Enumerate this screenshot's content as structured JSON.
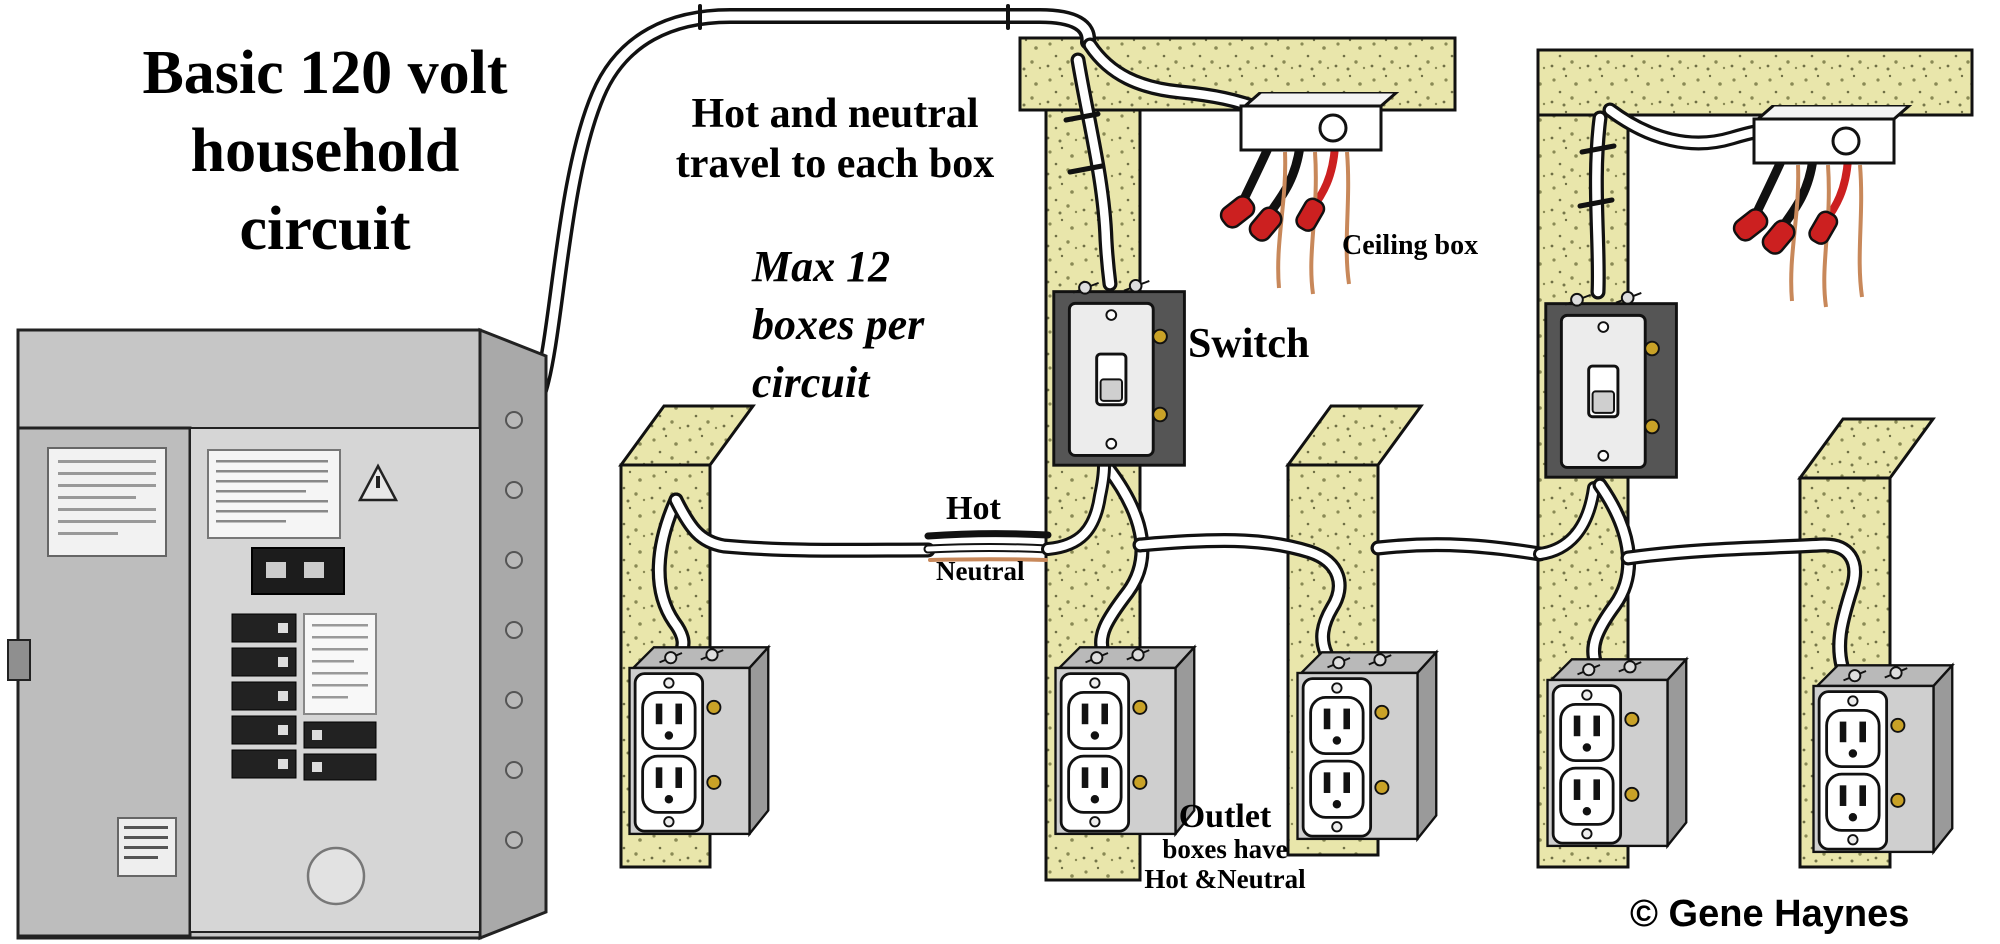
{
  "title": {
    "line1": "Basic 120 volt",
    "line2": "household",
    "line3": "circuit"
  },
  "notes": {
    "travel_line1": "Hot and neutral",
    "travel_line2": "travel to each box",
    "max_line1": "Max 12",
    "max_line2": "boxes per",
    "max_line3": "circuit"
  },
  "labels": {
    "ceiling_box": "Ceiling box",
    "switch": "Switch",
    "hot": "Hot",
    "neutral": "Neutral",
    "outlet_line1": "Outlet",
    "outlet_line2": "boxes have",
    "outlet_line3": "Hot &Neutral",
    "copyright": "© Gene Haynes"
  },
  "colors": {
    "background": "#ffffff",
    "wood": "#e9e6ab",
    "wood_speckle": "#7f7f50",
    "cable_sheath_white": "#ffffff",
    "cable_outline_black": "#111111",
    "wire_nut_red": "#cc2020",
    "copper_wire": "#c8885a",
    "panel_gray": "#c6c6c6",
    "device_box_gray": "#cfcfcf",
    "brass_screw": "#c9a227"
  }
}
